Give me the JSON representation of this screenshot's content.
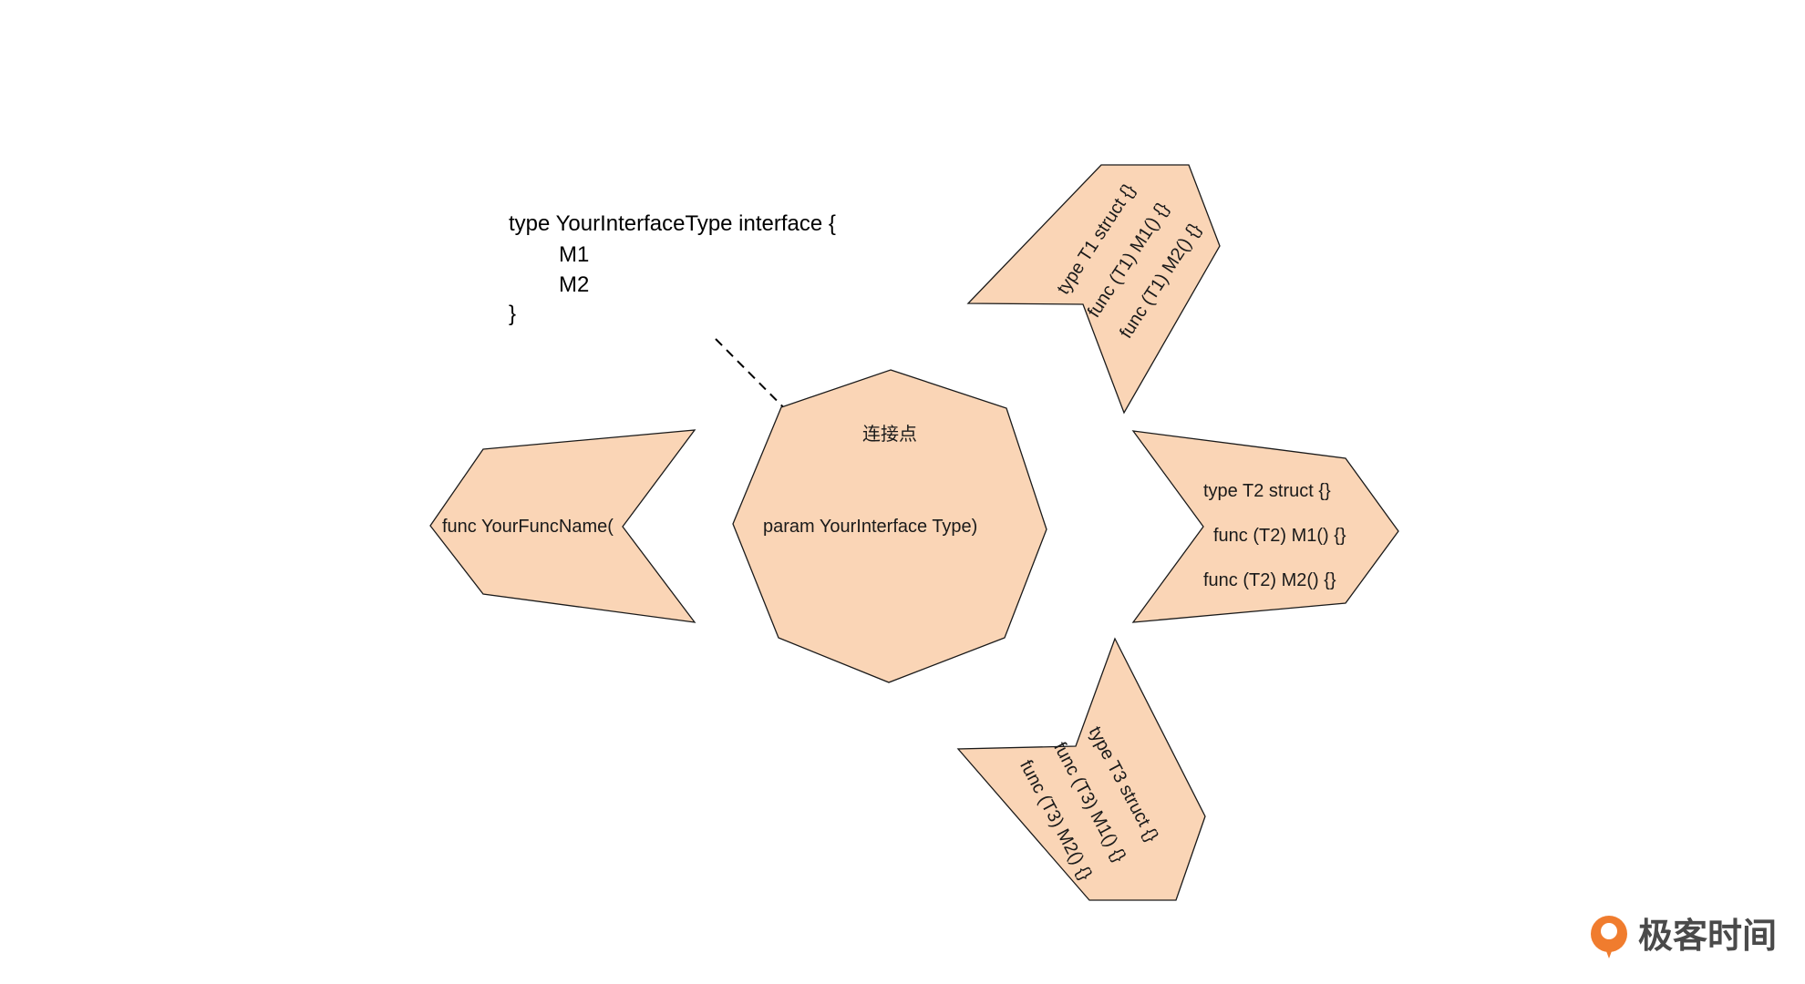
{
  "code_block": {
    "lines": [
      "type YourInterfaceType interface {",
      "M1",
      "M2",
      "}"
    ]
  },
  "connector_label": "连接点",
  "func_shape": {
    "label": "func YourFuncName("
  },
  "param_shape": {
    "label": "param YourInterface Type)"
  },
  "t1_shape": {
    "lines": [
      "type T1 struct {}",
      "func (T1) M1() {}",
      "func (T1) M2() {}"
    ]
  },
  "t2_shape": {
    "lines": [
      "type T2 struct {}",
      "func (T2) M1() {}",
      "func (T2) M2() {}"
    ]
  },
  "t3_shape": {
    "lines": [
      "type T3 struct {}",
      "func (T3) M1() {}",
      "func (T3) M2() {}"
    ]
  },
  "brand": {
    "name": "极客时间",
    "accent": "#f07c2e"
  },
  "colors": {
    "shape_fill": "#fad5b6",
    "outline": "#1a1a1a"
  }
}
